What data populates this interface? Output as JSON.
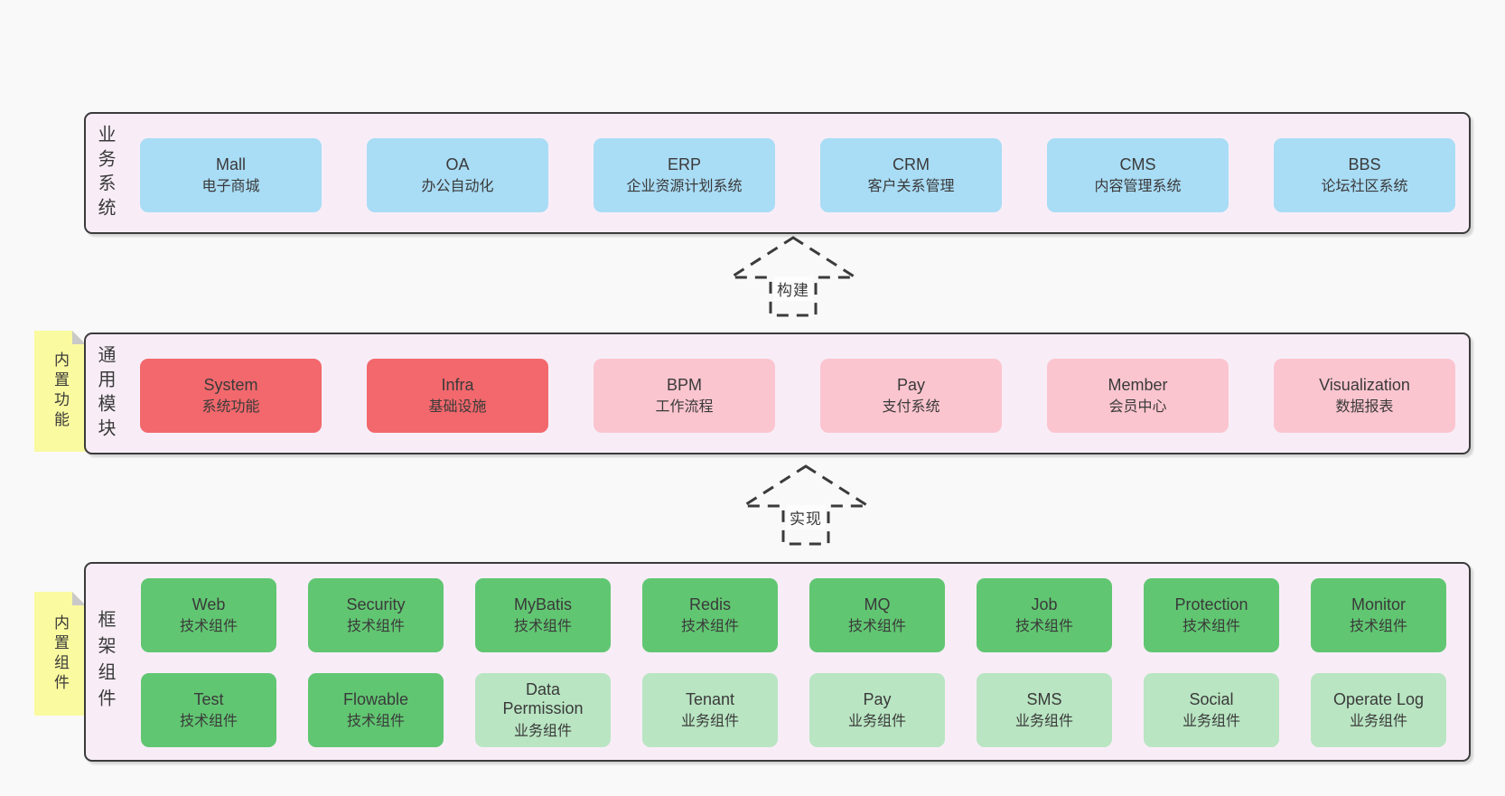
{
  "colors": {
    "bg": "#f9f9f9",
    "panel": "#f8edf7",
    "line": "#3b3b3b",
    "text": "#3a3a3a",
    "blue": "#a9dcf5",
    "red": "#f2686c",
    "pink": "#fbc5cf",
    "green": "#61c672",
    "greenlight": "#b9e5c2",
    "sticky": "#fafaa0",
    "fold": "#c9c9c9"
  },
  "sections": [
    {
      "label": "业务系统",
      "boxes": [
        {
          "name": "Mall",
          "subtitle": "电子商城",
          "variant": "blue"
        },
        {
          "name": "OA",
          "subtitle": "办公自动化",
          "variant": "blue"
        },
        {
          "name": "ERP",
          "subtitle": "企业资源计划系统",
          "variant": "blue"
        },
        {
          "name": "CRM",
          "subtitle": "客户关系管理",
          "variant": "blue"
        },
        {
          "name": "CMS",
          "subtitle": "内容管理系统",
          "variant": "blue"
        },
        {
          "name": "BBS",
          "subtitle": "论坛社区系统",
          "variant": "blue"
        }
      ]
    },
    {
      "label": "通用模块",
      "sticky": "内置功能",
      "boxes": [
        {
          "name": "System",
          "subtitle": "系统功能",
          "variant": "red"
        },
        {
          "name": "Infra",
          "subtitle": "基础设施",
          "variant": "red"
        },
        {
          "name": "BPM",
          "subtitle": "工作流程",
          "variant": "pink"
        },
        {
          "name": "Pay",
          "subtitle": "支付系统",
          "variant": "pink"
        },
        {
          "name": "Member",
          "subtitle": "会员中心",
          "variant": "pink"
        },
        {
          "name": "Visualization",
          "subtitle": "数据报表",
          "variant": "pink"
        }
      ]
    },
    {
      "label": "框架组件",
      "sticky": "内置组件",
      "rows": [
        [
          {
            "name": "Web",
            "subtitle": "技术组件",
            "variant": "green"
          },
          {
            "name": "Security",
            "subtitle": "技术组件",
            "variant": "green"
          },
          {
            "name": "MyBatis",
            "subtitle": "技术组件",
            "variant": "green"
          },
          {
            "name": "Redis",
            "subtitle": "技术组件",
            "variant": "green"
          },
          {
            "name": "MQ",
            "subtitle": "技术组件",
            "variant": "green"
          },
          {
            "name": "Job",
            "subtitle": "技术组件",
            "variant": "green"
          },
          {
            "name": "Protection",
            "subtitle": "技术组件",
            "variant": "green"
          },
          {
            "name": "Monitor",
            "subtitle": "技术组件",
            "variant": "green"
          }
        ],
        [
          {
            "name": "Test",
            "subtitle": "技术组件",
            "variant": "green"
          },
          {
            "name": "Flowable",
            "subtitle": "技术组件",
            "variant": "green"
          },
          {
            "name": "Data Permission",
            "subtitle": "业务组件",
            "variant": "greenlight"
          },
          {
            "name": "Tenant",
            "subtitle": "业务组件",
            "variant": "greenlight"
          },
          {
            "name": "Pay",
            "subtitle": "业务组件",
            "variant": "greenlight"
          },
          {
            "name": "SMS",
            "subtitle": "业务组件",
            "variant": "greenlight"
          },
          {
            "name": "Social",
            "subtitle": "业务组件",
            "variant": "greenlight"
          },
          {
            "name": "Operate Log",
            "subtitle": "业务组件",
            "variant": "greenlight"
          }
        ]
      ]
    }
  ],
  "arrows": [
    {
      "label": "构建"
    },
    {
      "label": "实现"
    }
  ]
}
